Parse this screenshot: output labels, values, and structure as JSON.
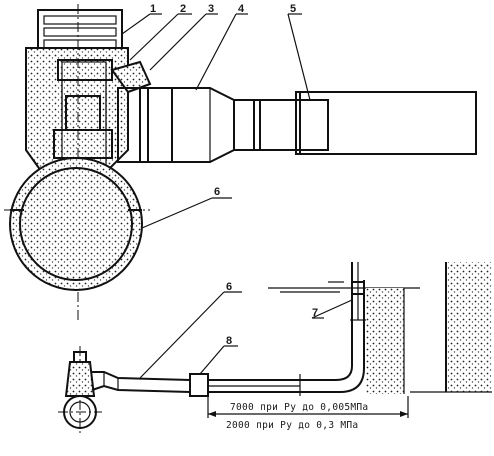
{
  "callouts": {
    "c1": "1",
    "c2": "2",
    "c3": "3",
    "c4": "4",
    "c5": "5",
    "c6_top": "6",
    "c6_bottom": "6",
    "c7": "7",
    "c8": "8"
  },
  "dimensions": {
    "line_1": "7000 при Ру до 0,005МПа",
    "line_2": "2000 при Ру до 0,3 МПа"
  }
}
